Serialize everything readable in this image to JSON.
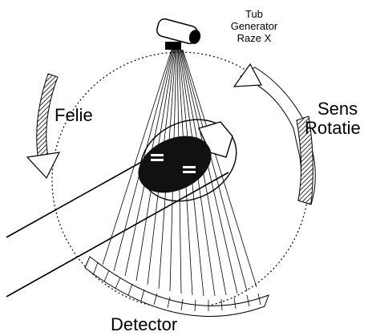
{
  "labels": {
    "tube_line1": "Tub",
    "tube_line2": "Generator",
    "tube_line3": "Raze X",
    "felie": "Felie",
    "sens_line1": "Sens",
    "sens_line2": "Rotatie",
    "detector": "Detector"
  },
  "colors": {
    "ink": "#000000",
    "background": "#ffffff",
    "hatch": "#555555",
    "arrow_fill": "#ffffff"
  },
  "icons": [
    "xray-tube-icon",
    "patient-icon",
    "detector-array-icon",
    "rotation-arrow-icon",
    "slice-arrow-icon"
  ]
}
